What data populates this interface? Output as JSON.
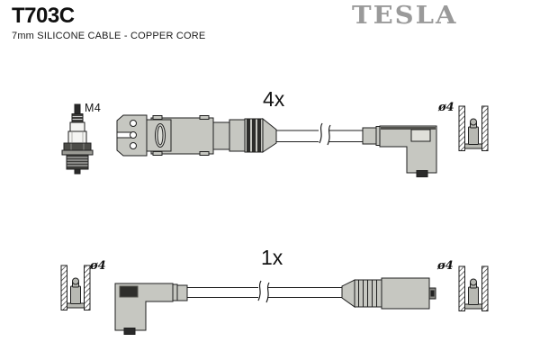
{
  "header": {
    "part_number": "T703C",
    "subtitle": "7mm SILICONE CABLE - COPPER CORE",
    "brand": "TESLA"
  },
  "upper_assembly": {
    "quantity": "4x",
    "plug_thread": "M4",
    "terminal_diameter": "ø4"
  },
  "lower_assembly": {
    "quantity": "1x",
    "terminal_diameter_left": "ø4",
    "terminal_diameter_right": "ø4"
  },
  "colors": {
    "background": "#ffffff",
    "line": "#1f1f1f",
    "connector_gray": "#c6c7c1",
    "logo_gray": "#9a9a9a",
    "dark_fill": "#2a2a2a"
  }
}
